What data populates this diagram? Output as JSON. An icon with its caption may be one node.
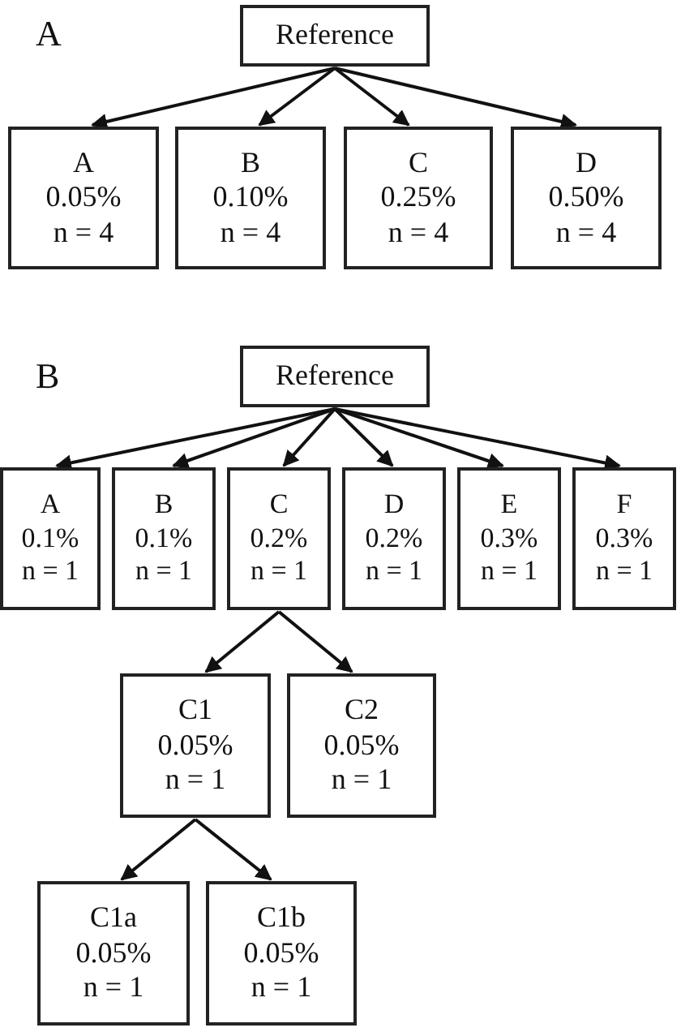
{
  "diagram": {
    "nodes": [
      {
        "text": [
          "Reference"
        ]
      },
      {
        "text": [
          "A",
          "0.05%",
          "n = 4"
        ]
      },
      {
        "text": [
          "B",
          "0.10%",
          "n = 4"
        ]
      },
      {
        "text": [
          "C",
          "0.25%",
          "n = 4"
        ]
      },
      {
        "text": [
          "D",
          "0.50%",
          "n = 4"
        ]
      },
      {
        "text": [
          "Reference"
        ]
      },
      {
        "text": [
          "A",
          "0.1%",
          "n = 1"
        ]
      },
      {
        "text": [
          "B",
          "0.1%",
          "n = 1"
        ]
      },
      {
        "text": [
          "C",
          "0.2%",
          "n = 1"
        ]
      },
      {
        "text": [
          "D",
          "0.2%",
          "n = 1"
        ]
      },
      {
        "text": [
          "E",
          "0.3%",
          "n = 1"
        ]
      },
      {
        "text": [
          "F",
          "0.3%",
          "n = 1"
        ]
      },
      {
        "text": [
          "C1",
          "0.05%",
          "n = 1"
        ]
      },
      {
        "text": [
          "C2",
          "0.05%",
          "n = 1"
        ]
      },
      {
        "text": [
          "C1a",
          "0.05%",
          "n = 1"
        ]
      },
      {
        "text": [
          "C1b",
          "0.05%",
          "n = 1"
        ]
      }
    ],
    "edges": [
      {
        "from": 0,
        "to": 1,
        "arrow": "to"
      },
      {
        "from": 0,
        "to": 2,
        "arrow": "to"
      },
      {
        "from": 0,
        "to": 3,
        "arrow": "to"
      },
      {
        "from": 0,
        "to": 4,
        "arrow": "to"
      },
      {
        "from": 5,
        "to": 6,
        "arrow": "to"
      },
      {
        "from": 5,
        "to": 7,
        "arrow": "to"
      },
      {
        "from": 5,
        "to": 8,
        "arrow": "to"
      },
      {
        "from": 5,
        "to": 9,
        "arrow": "to"
      },
      {
        "from": 5,
        "to": 10,
        "arrow": "to"
      },
      {
        "from": 5,
        "to": 11,
        "arrow": "to"
      },
      {
        "from": 8,
        "to": 12,
        "arrow": "to"
      },
      {
        "from": 8,
        "to": 13,
        "arrow": "to"
      },
      {
        "from": 12,
        "to": 14,
        "arrow": "to"
      },
      {
        "from": 12,
        "to": 15,
        "arrow": "to"
      }
    ],
    "labels": [
      "A",
      "B"
    ]
  }
}
